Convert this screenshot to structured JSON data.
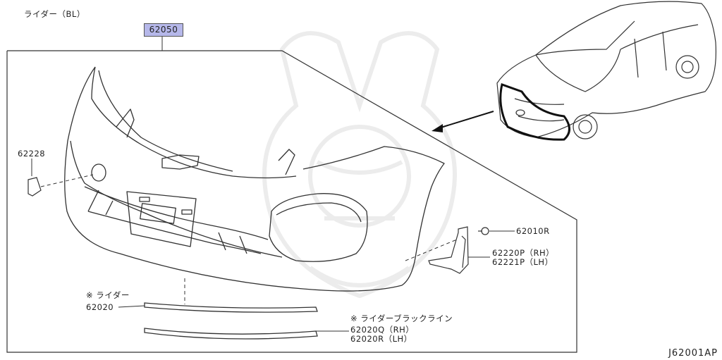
{
  "diagram": {
    "title": "ライダー（BL）",
    "main_part": "62050",
    "drawing_code": "J62001AP",
    "callouts": [
      {
        "id": "p62228",
        "text": "62228"
      },
      {
        "id": "p62010r",
        "text": "62010R"
      },
      {
        "id": "p62220p",
        "text": "62220P（RH）"
      },
      {
        "id": "p62221p",
        "text": "62221P（LH）"
      },
      {
        "id": "rider_note",
        "text": "※ ライダー"
      },
      {
        "id": "p62020",
        "text": "62020"
      },
      {
        "id": "black_note",
        "text": "※ ライダーブラックライン"
      },
      {
        "id": "p62020q",
        "text": "62020Q（RH）"
      },
      {
        "id": "p62020r",
        "text": "62020R（LH）"
      }
    ]
  }
}
